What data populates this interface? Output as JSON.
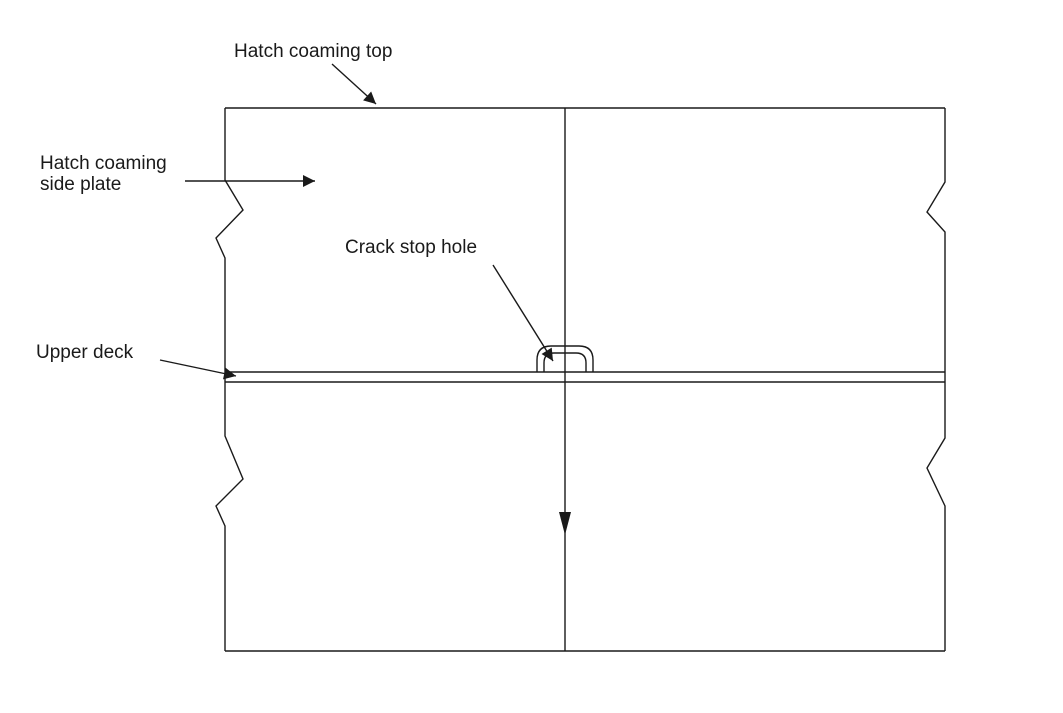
{
  "labels": {
    "hatch_coaming_top": "Hatch coaming top",
    "hatch_coaming_side_plate_line1": "Hatch coaming",
    "hatch_coaming_side_plate_line2": "side plate",
    "crack_stop_hole": "Crack stop hole",
    "upper_deck": "Upper deck"
  },
  "colors": {
    "line": "#1a1a1a",
    "background": "#ffffff"
  }
}
